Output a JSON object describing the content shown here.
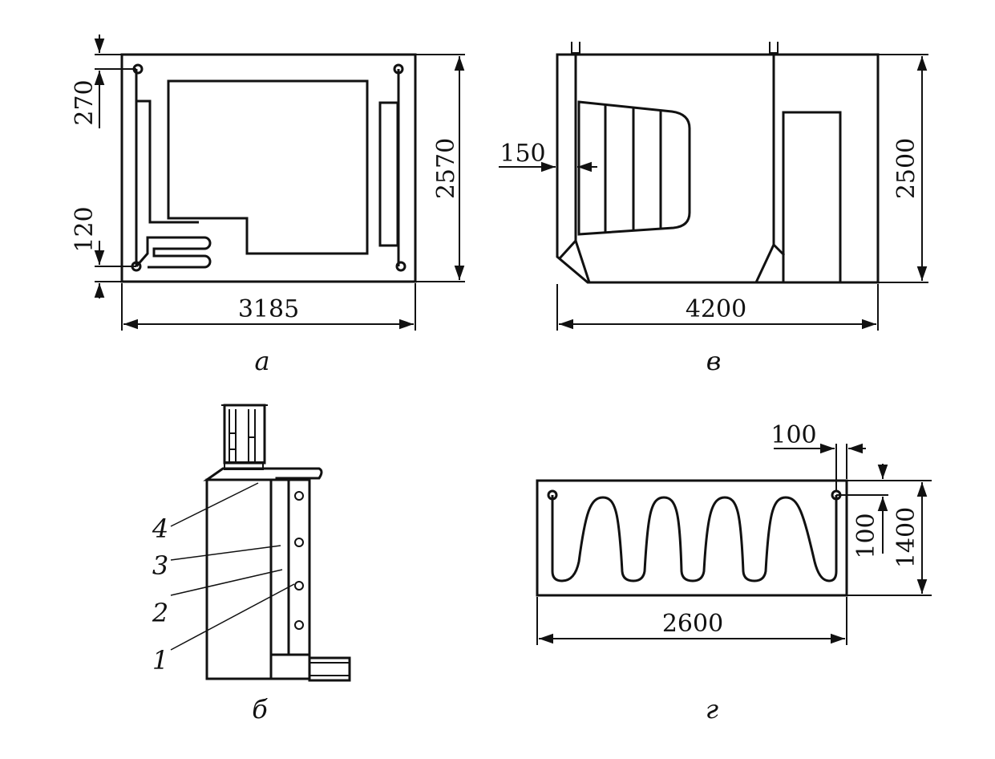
{
  "panels": {
    "a": {
      "caption": "а",
      "dims": {
        "width": "3185",
        "height": "2570",
        "top_offset": "270",
        "bottom_offset": "120"
      }
    },
    "b": {
      "caption": "б",
      "labels": [
        "4",
        "3",
        "2",
        "1"
      ]
    },
    "v": {
      "caption": "в",
      "dims": {
        "width": "4200",
        "height": "2500",
        "inset": "150"
      }
    },
    "g": {
      "caption": "г",
      "dims": {
        "width": "2600",
        "height": "1400",
        "side_offset": "100",
        "top_offset": "100"
      }
    }
  }
}
